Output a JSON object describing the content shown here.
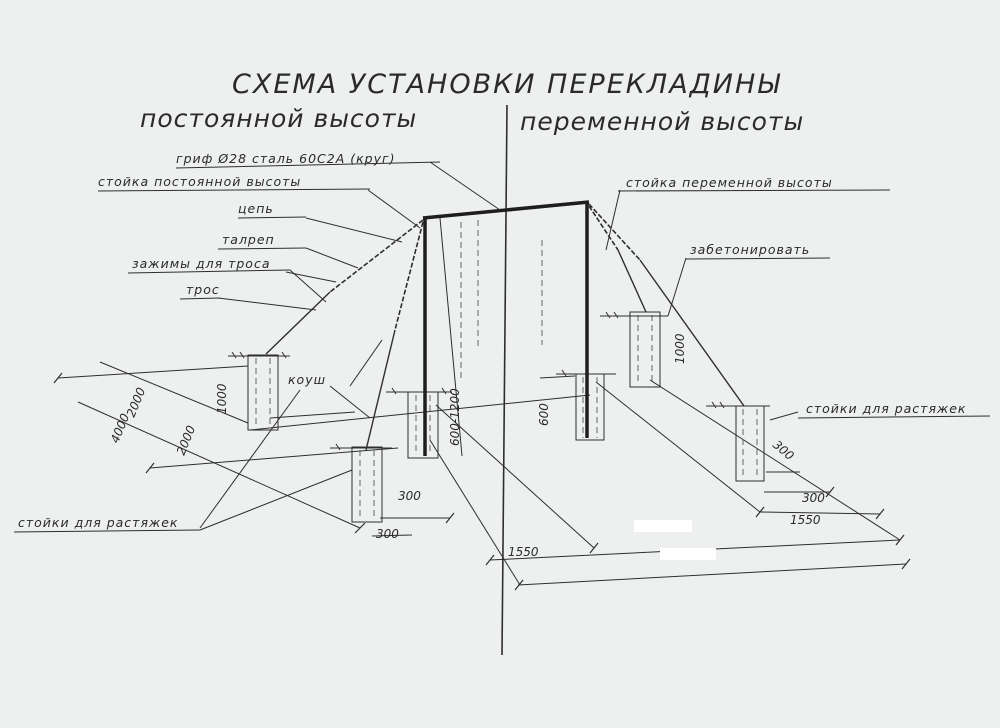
{
  "title": "СХЕМА УСТАНОВКИ ПЕРЕКЛАДИНЫ",
  "subtitle_left": "постоянной высоты",
  "subtitle_right": "переменной высоты",
  "labels": {
    "bar": "гриф Ø28 сталь 60С2А (круг)",
    "fixed_post": "стойка постоянной высоты",
    "chain": "цепь",
    "turnbuckle": "талреп",
    "rope_clamps": "зажимы для троса",
    "rope": "трос",
    "thimble": "коуш",
    "guy_posts_left": "стойки для растяжек",
    "variable_post": "стойка переменной высоты",
    "concrete": "забетонировать",
    "guy_posts_right": "стойки для растяжек"
  },
  "dimensions": {
    "d2000a": "2000",
    "d4000": "4000",
    "d2000b": "2000",
    "d1000_left": "1000",
    "d600_1200": "600-1200",
    "d300_left_a": "300",
    "d300_left_b": "300",
    "d1550_left": "1550",
    "d600_right": "600",
    "d1000_right": "1000",
    "d300_right_a": "300",
    "d300_right_b": "300",
    "d1550_right": "1550"
  },
  "colors": {
    "paper": "#eef0f0",
    "ink": "#2e2e2e"
  }
}
